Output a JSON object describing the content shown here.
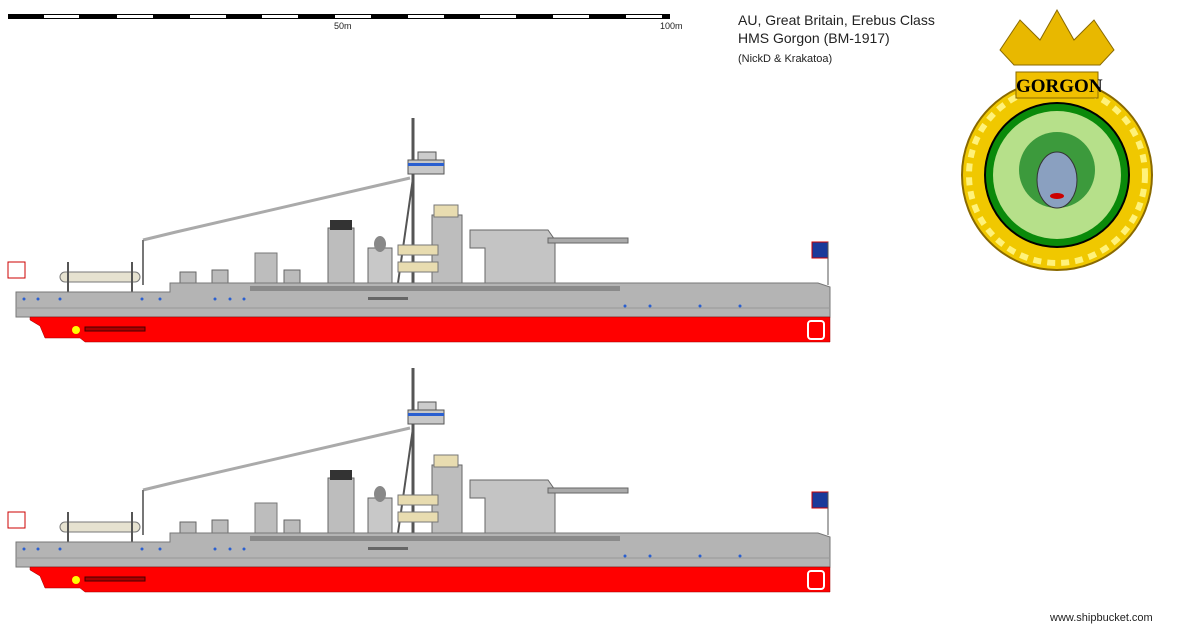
{
  "header": {
    "line1": "AU, Great Britain, Erebus Class",
    "line2": "HMS Gorgon (BM-1917)",
    "authors": "(NickD & Krakatoa)"
  },
  "scale": {
    "mid_label": "50m",
    "end_label": "100m"
  },
  "crest": {
    "name": "GORGON"
  },
  "footer": {
    "site": "www.shipbucket.com"
  },
  "colors": {
    "hull_grey": "#b4b4b4",
    "hull_red": "#ff0000",
    "deck": "#c8c8c8",
    "crest_gold": "#e8b800",
    "crest_green": "#0a8a0a"
  }
}
